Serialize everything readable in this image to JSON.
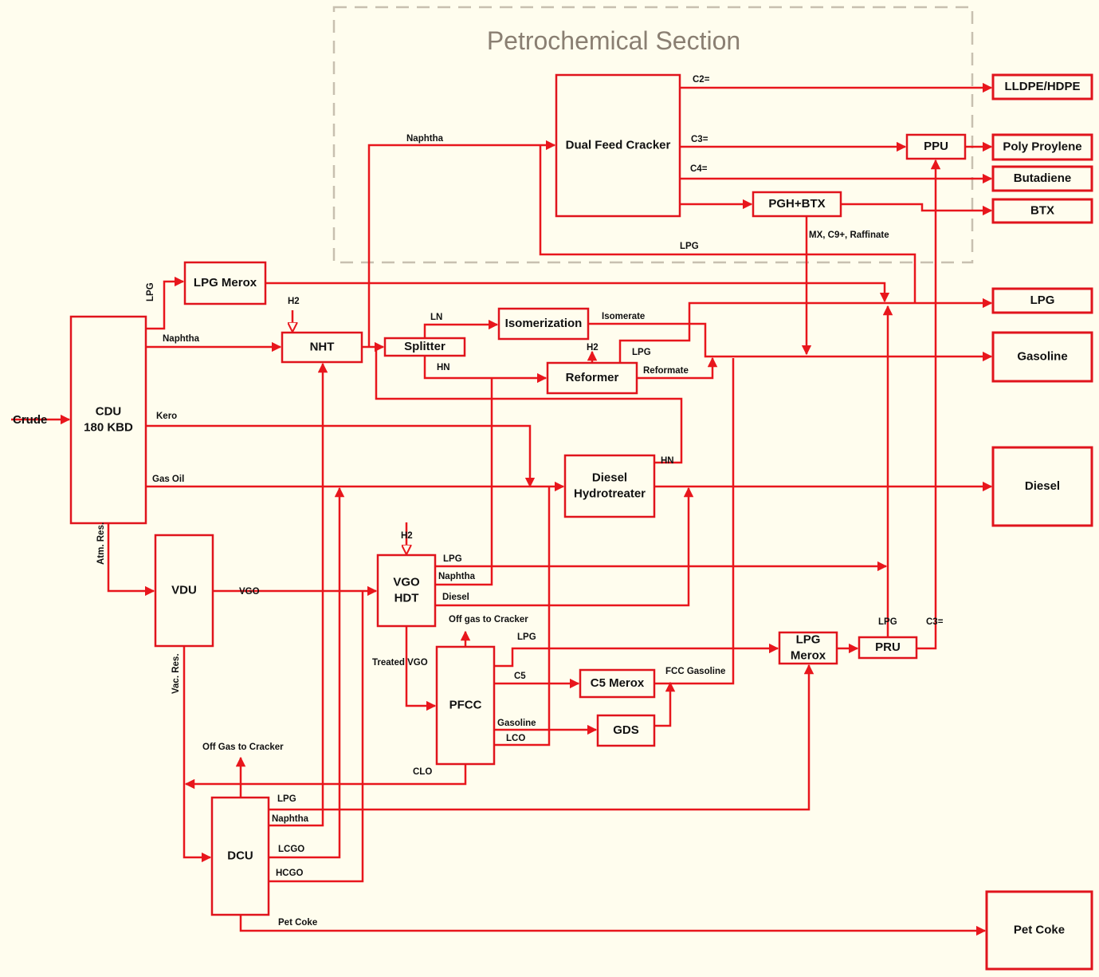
{
  "title": "Refinery and Petrochemical Process Flow Diagram",
  "colors": {
    "background": "#fffdee",
    "flow": "#e8161c",
    "section_border": "#c8c0b0",
    "section_title": "#8a7f72",
    "text": "#111111"
  },
  "section": {
    "title": "Petrochemical Section"
  },
  "feed": {
    "label": "Crude"
  },
  "units": [
    {
      "id": "cdu",
      "lines": [
        "CDU",
        "180 KBD"
      ]
    },
    {
      "id": "lpg_merox_1",
      "lines": [
        "LPG Merox"
      ]
    },
    {
      "id": "nht",
      "lines": [
        "NHT"
      ]
    },
    {
      "id": "splitter",
      "lines": [
        "Splitter"
      ]
    },
    {
      "id": "isomerization",
      "lines": [
        "Isomerization"
      ]
    },
    {
      "id": "reformer",
      "lines": [
        "Reformer"
      ]
    },
    {
      "id": "diesel_ht",
      "lines": [
        "Diesel",
        "Hydrotreater"
      ]
    },
    {
      "id": "vdu",
      "lines": [
        "VDU"
      ]
    },
    {
      "id": "vgo_hdt",
      "lines": [
        "VGO",
        "HDT"
      ]
    },
    {
      "id": "pfcc",
      "lines": [
        "PFCC"
      ]
    },
    {
      "id": "c5_merox",
      "lines": [
        "C5 Merox"
      ]
    },
    {
      "id": "gds",
      "lines": [
        "GDS"
      ]
    },
    {
      "id": "lpg_merox_2",
      "lines": [
        "LPG",
        "Merox"
      ]
    },
    {
      "id": "pru",
      "lines": [
        "PRU"
      ]
    },
    {
      "id": "dcu",
      "lines": [
        "DCU"
      ]
    },
    {
      "id": "dual_feed_cracker",
      "lines": [
        "Dual Feed Cracker"
      ]
    },
    {
      "id": "pgh_btx",
      "lines": [
        "PGH+BTX"
      ]
    },
    {
      "id": "ppu",
      "lines": [
        "PPU"
      ]
    }
  ],
  "products": [
    {
      "id": "lldpe_hdpe",
      "label": "LLDPE/HDPE"
    },
    {
      "id": "poly_propylene",
      "label": "Poly Proylene"
    },
    {
      "id": "butadiene",
      "label": "Butadiene"
    },
    {
      "id": "btx",
      "label": "BTX"
    },
    {
      "id": "lpg",
      "label": "LPG"
    },
    {
      "id": "gasoline",
      "label": "Gasoline"
    },
    {
      "id": "diesel",
      "label": "Diesel"
    },
    {
      "id": "pet_coke",
      "label": "Pet Coke"
    }
  ],
  "stream_labels": [
    {
      "id": "cdu_lpg",
      "text": "LPG"
    },
    {
      "id": "cdu_naphtha",
      "text": "Naphtha"
    },
    {
      "id": "cdu_kero",
      "text": "Kero"
    },
    {
      "id": "cdu_gasoil",
      "text": "Gas Oil"
    },
    {
      "id": "atm_res",
      "text": "Atm. Res."
    },
    {
      "id": "vgo",
      "text": "VGO"
    },
    {
      "id": "vac_res",
      "text": "Vac. Res."
    },
    {
      "id": "nht_h2",
      "text": "H2"
    },
    {
      "id": "splitter_ln",
      "text": "LN"
    },
    {
      "id": "splitter_hn",
      "text": "HN"
    },
    {
      "id": "isomerate",
      "text": "Isomerate"
    },
    {
      "id": "reformer_h2",
      "text": "H2"
    },
    {
      "id": "reformer_lpg",
      "text": "LPG"
    },
    {
      "id": "reformate",
      "text": "Reformate"
    },
    {
      "id": "dht_hn",
      "text": "HN"
    },
    {
      "id": "vgo_h2",
      "text": "H2"
    },
    {
      "id": "vgo_lpg",
      "text": "LPG"
    },
    {
      "id": "vgo_naphtha",
      "text": "Naphtha"
    },
    {
      "id": "vgo_diesel",
      "text": "Diesel"
    },
    {
      "id": "vgo_offgas",
      "text": "Off gas to Cracker"
    },
    {
      "id": "treated_vgo",
      "text": "Treated VGO"
    },
    {
      "id": "pfcc_lpg",
      "text": "LPG"
    },
    {
      "id": "pfcc_c5",
      "text": "C5"
    },
    {
      "id": "pfcc_gasoline",
      "text": "Gasoline"
    },
    {
      "id": "pfcc_lco",
      "text": "LCO"
    },
    {
      "id": "pfcc_clo",
      "text": "CLO"
    },
    {
      "id": "fcc_gasoline",
      "text": "FCC Gasoline"
    },
    {
      "id": "pru_lpg",
      "text": "LPG"
    },
    {
      "id": "pru_c3",
      "text": "C3="
    },
    {
      "id": "dcu_offgas",
      "text": "Off Gas to Cracker"
    },
    {
      "id": "dcu_lpg",
      "text": "LPG"
    },
    {
      "id": "dcu_naphtha",
      "text": "Naphtha"
    },
    {
      "id": "dcu_lcgo",
      "text": "LCGO"
    },
    {
      "id": "dcu_hcgo",
      "text": "HCGO"
    },
    {
      "id": "pet_coke_stream",
      "text": "Pet Coke"
    },
    {
      "id": "cracker_naphtha",
      "text": "Naphtha"
    },
    {
      "id": "cracker_c2",
      "text": "C2="
    },
    {
      "id": "cracker_c3",
      "text": "C3="
    },
    {
      "id": "cracker_c4",
      "text": "C4="
    },
    {
      "id": "cracker_lpg",
      "text": "LPG"
    },
    {
      "id": "pgh_mx",
      "text": "MX, C9+, Raffinate"
    }
  ]
}
